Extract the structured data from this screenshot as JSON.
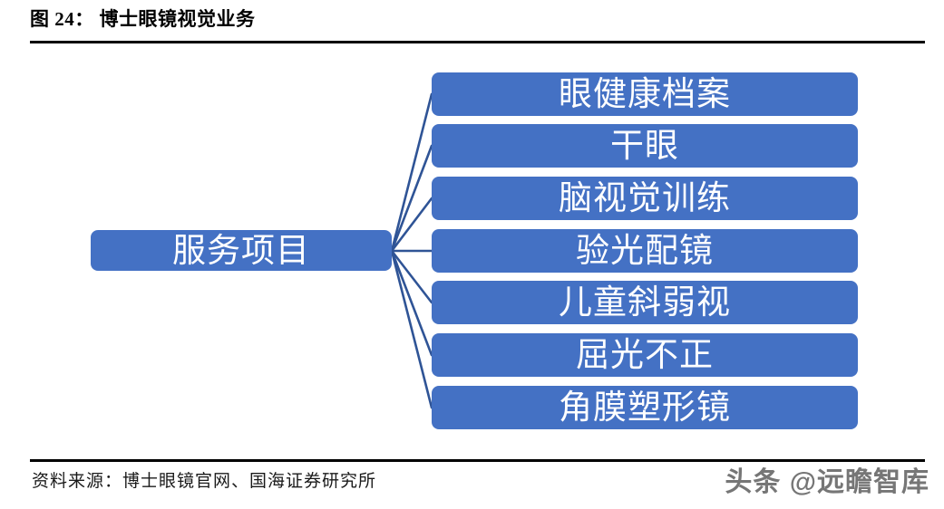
{
  "header": {
    "figure_label": "图",
    "figure_number": "24",
    "separator": "：",
    "title": "博士眼镜视觉业务",
    "full_title": "图 24： 博士眼镜视觉业务"
  },
  "diagram": {
    "type": "tree",
    "root": {
      "label": "服务项目"
    },
    "leaves": [
      {
        "label": "眼健康档案"
      },
      {
        "label": "干眼"
      },
      {
        "label": "脑视觉训练"
      },
      {
        "label": "验光配镜"
      },
      {
        "label": "儿童斜弱视"
      },
      {
        "label": "屈光不正"
      },
      {
        "label": "角膜塑形镜"
      }
    ],
    "colors": {
      "node_fill": "#4471C4",
      "node_text": "#FFFFFF",
      "connector": "#2F5496"
    }
  },
  "footer": {
    "source_prefix": "资料来源：",
    "source_text": "资料来源：博士眼镜官网、国海证券研究所",
    "watermark": "头条 @远瞻智库"
  }
}
